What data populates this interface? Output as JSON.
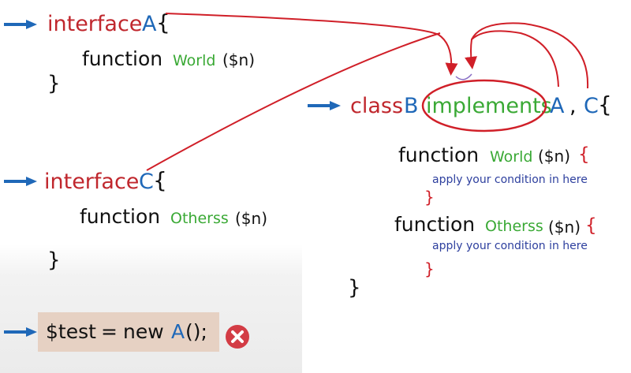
{
  "interface_a": {
    "keyword": "interface",
    "name": "A",
    "open_brace": "{",
    "func_keyword": "function",
    "func_name": "World",
    "func_param": "($n)",
    "close_brace": "}"
  },
  "interface_c": {
    "keyword": "interface",
    "name": "C",
    "open_brace": "{",
    "func_keyword": "function",
    "func_name": "Otherss",
    "func_param": "($n)",
    "close_brace": "}"
  },
  "class_b": {
    "keyword": "class",
    "name": "B",
    "implements": "implements",
    "iface_a": "A",
    "comma": ",",
    "iface_c": "C",
    "open_brace": "{",
    "methods": [
      {
        "func_keyword": "function",
        "name": "World",
        "param": "($n)",
        "open_brace": "{",
        "hint": "apply your condition in here",
        "close_brace": "}"
      },
      {
        "func_keyword": "function",
        "name": "Otherss",
        "param": "($n)",
        "open_brace": "{",
        "hint": "apply your condition in here",
        "close_brace": "}"
      }
    ],
    "close_brace": "}"
  },
  "test_statement": {
    "var": "$test",
    "assign": "=",
    "new_keyword": "new",
    "class_name": "A",
    "tail": "();"
  },
  "icons": {
    "pointer": "right-arrow-icon",
    "error": "error-x-icon",
    "connector": "red-connector-arrow"
  },
  "colors": {
    "keyword": "#c0272d",
    "identifier": "#1f68b8",
    "function_name": "#3aa935",
    "text": "#111111",
    "hint": "#2d3f9e",
    "connector": "#d01f28",
    "highlight_box": "#e6d1c3",
    "error_icon": "#d33c45"
  }
}
